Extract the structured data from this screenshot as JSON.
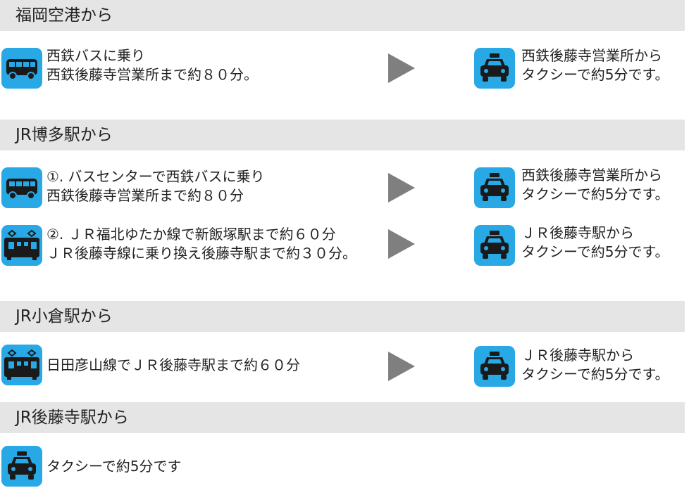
{
  "sections": [
    {
      "title": "福岡空港から"
    },
    {
      "title": "JR博多駅から"
    },
    {
      "title": "JR小倉駅から"
    },
    {
      "title": "JR後藤寺駅から"
    }
  ],
  "routes": {
    "airport_bus": {
      "line1": "西鉄バスに乗り",
      "line2": "西鉄後藤寺営業所まで約８０分。"
    },
    "airport_taxi": {
      "line1": "西鉄後藤寺営業所から",
      "line2": "タクシーで約5分です。"
    },
    "hakata_bus": {
      "line1": "①. バスセンターで西鉄バスに乗り",
      "line2": "西鉄後藤寺営業所まで約８０分"
    },
    "hakata_bus_taxi": {
      "line1": "西鉄後藤寺営業所から",
      "line2": "タクシーで約5分です。"
    },
    "hakata_train": {
      "line1": "②. ＪＲ福北ゆたか線で新飯塚駅まで約６０分",
      "line2": "ＪＲ後藤寺線に乗り換え後藤寺駅まで約３０分。"
    },
    "hakata_train_taxi": {
      "line1": "ＪＲ後藤寺駅から",
      "line2": "タクシーで約5分です。"
    },
    "kokura_train": {
      "line1": "日田彦山線でＪＲ後藤寺駅まで約６０分"
    },
    "kokura_taxi": {
      "line1": "ＪＲ後藤寺駅から",
      "line2": "タクシーで約5分です。"
    },
    "gotoji_taxi": {
      "line1": "タクシーで約5分です"
    }
  },
  "icons": {
    "bus": "bus-icon",
    "train": "train-icon",
    "taxi": "taxi-icon"
  },
  "colors": {
    "icon_bg": "#29a8e6",
    "section_bg": "#e5e5e5",
    "arrow": "#7f7f7f"
  }
}
